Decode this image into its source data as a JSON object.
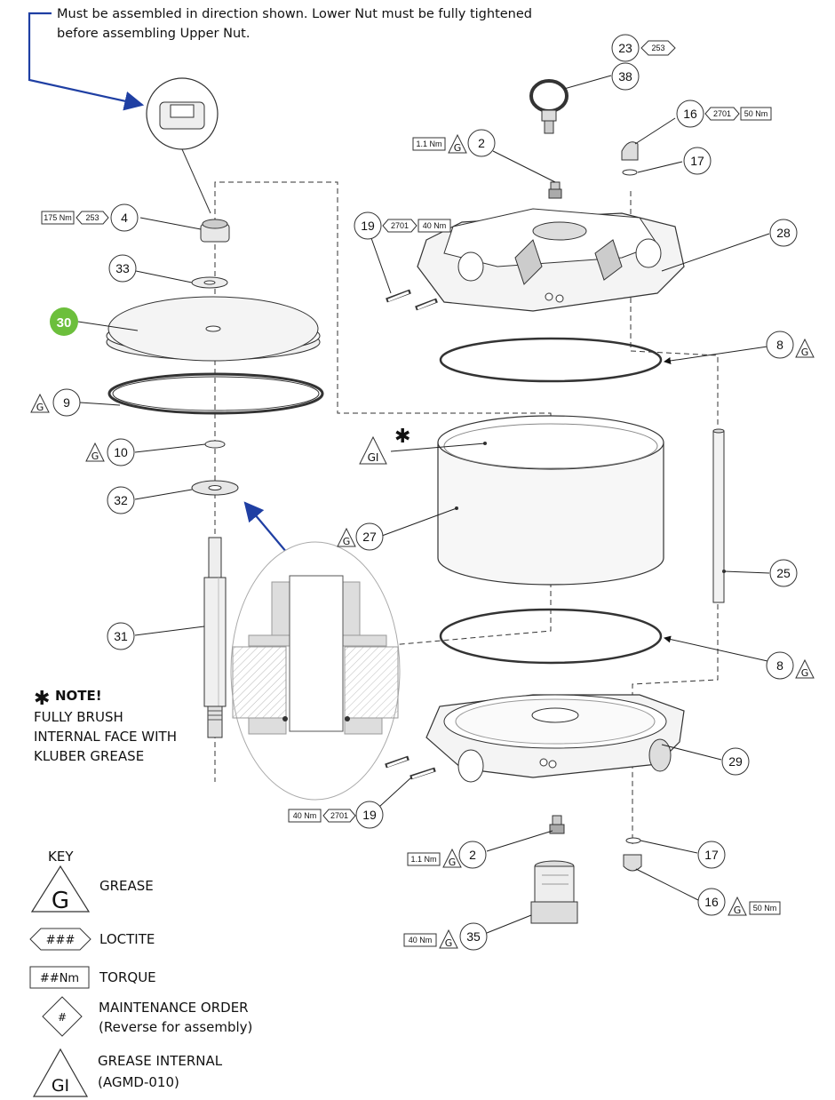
{
  "top_note": {
    "line1": "Must be assembled in direction shown. Lower Nut must be fully tightened",
    "line2": "before assembling Upper Nut."
  },
  "callouts": {
    "c23": "23",
    "c253a": "253",
    "c38": "38",
    "c16a": "16",
    "c2701a": "2701",
    "c50a": "50 Nm",
    "c11a": "1.1 Nm",
    "c2a": "2",
    "c17a": "17",
    "c175": "175 Nm",
    "c253b": "253",
    "c4": "4",
    "c19a": "19",
    "c2701b": "2701",
    "c40a": "40 Nm",
    "c28": "28",
    "c33": "33",
    "c30": "30",
    "c8a": "8",
    "c9": "9",
    "c10": "10",
    "c32": "32",
    "c27": "27",
    "c25": "25",
    "c31": "31",
    "c8b": "8",
    "c29": "29",
    "c40b": "40 Nm",
    "c2701c": "2701",
    "c19b": "19",
    "c11b": "1.1 Nm",
    "c2b": "2",
    "c17b": "17",
    "c16b": "16",
    "c50b": "50 Nm",
    "c40c": "40 Nm",
    "c35": "35"
  },
  "note": {
    "title": "NOTE!",
    "line1": "FULLY BRUSH",
    "line2": "INTERNAL FACE WITH",
    "line3": "KLUBER GREASE"
  },
  "key": {
    "title": "KEY",
    "grease_symbol": "G",
    "grease_label": "GREASE",
    "loctite_symbol": "###",
    "loctite_label": "LOCTITE",
    "torque_symbol": "##Nm",
    "torque_label": "TORQUE",
    "maint_symbol": "#",
    "maint_line1": "MAINTENANCE ORDER",
    "maint_line2": "(Reverse for assembly)",
    "gi_symbol": "GI",
    "gi_line1": "GREASE INTERNAL",
    "gi_line2": "(AGMD-010)"
  },
  "symbols": {
    "g": "G",
    "gi": "GI",
    "asterisk": "✱"
  },
  "colors": {
    "arrow_blue": "#1f3fa3",
    "badge_green": "#6cbf3c",
    "line": "#222222"
  }
}
